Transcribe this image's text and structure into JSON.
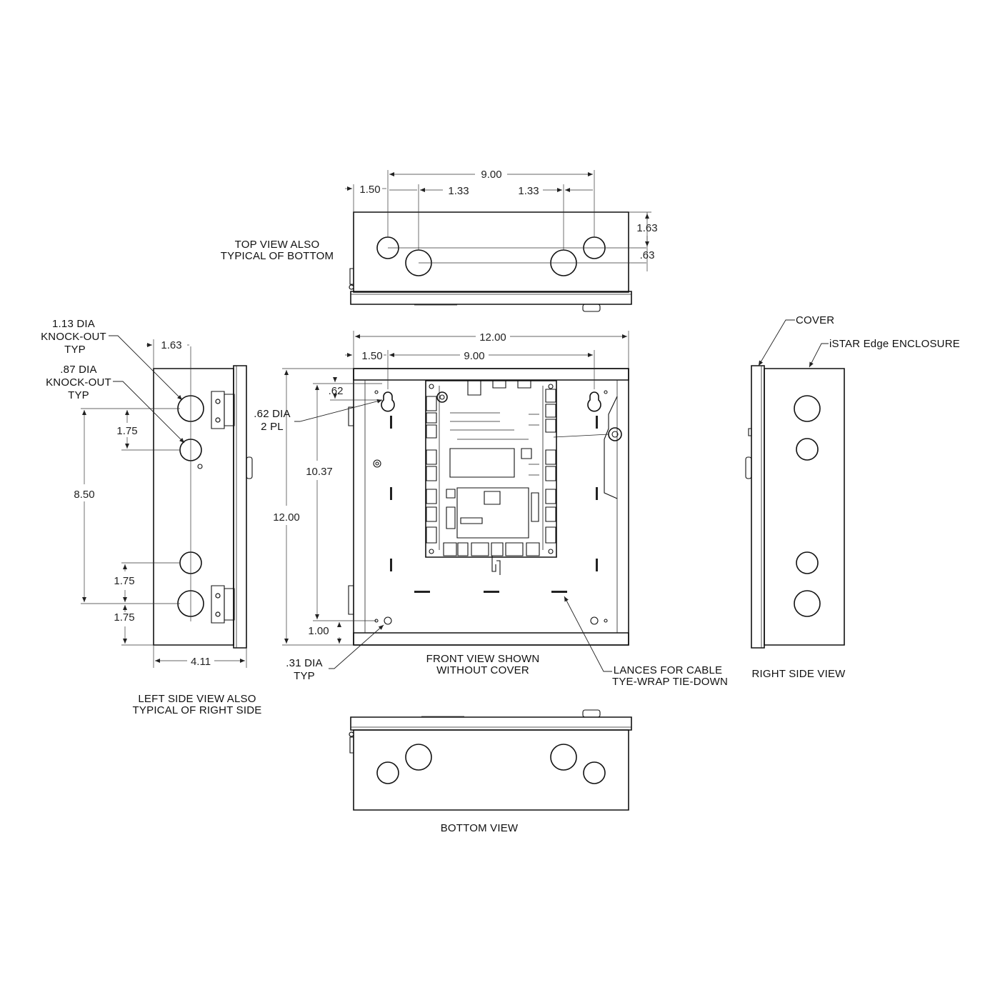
{
  "top_view": {
    "label_line1": "TOP VIEW ALSO",
    "label_line2": "TYPICAL OF BOTTOM",
    "dims": {
      "overall": "9.00",
      "edge": "1.50",
      "inner_left": "1.33",
      "inner_right": "1.33",
      "depth_a": "1.63",
      "depth_b": ".63"
    }
  },
  "left_view": {
    "ko_large_line1": "1.13 DIA",
    "ko_large_line2": "KNOCK-OUT",
    "ko_large_line3": "TYP",
    "ko_small_line1": ".87 DIA",
    "ko_small_line2": "KNOCK-OUT",
    "ko_small_line3": "TYP",
    "label_line1": "LEFT SIDE VIEW ALSO",
    "label_line2": "TYPICAL OF RIGHT SIDE",
    "dims": {
      "top": "1.63",
      "upper": "1.75",
      "span": "8.50",
      "lower_a": "1.75",
      "lower_b": "1.75",
      "width": "4.11"
    }
  },
  "front_view": {
    "label_line1": "FRONT VIEW SHOWN",
    "label_line2": "WITHOUT COVER",
    "mount_hole_line1": ".62 DIA",
    "mount_hole_line2": "2 PL",
    "small_hole_line1": ".31 DIA",
    "small_hole_line2": "TYP",
    "lances_line1": "LANCES FOR CABLE",
    "lances_line2": "TYE-WRAP TIE-DOWN",
    "dims": {
      "width": "12.00",
      "edge": "1.50",
      "hole_span": "9.00",
      "top_offset": ".62",
      "vertical_span": "10.37",
      "height": "12.00",
      "bottom_offset": "1.00"
    }
  },
  "right_view": {
    "cover_label": "COVER",
    "enclosure_label": "iSTAR Edge ENCLOSURE",
    "label": "RIGHT SIDE VIEW"
  },
  "bottom_view": {
    "label": "BOTTOM VIEW"
  }
}
